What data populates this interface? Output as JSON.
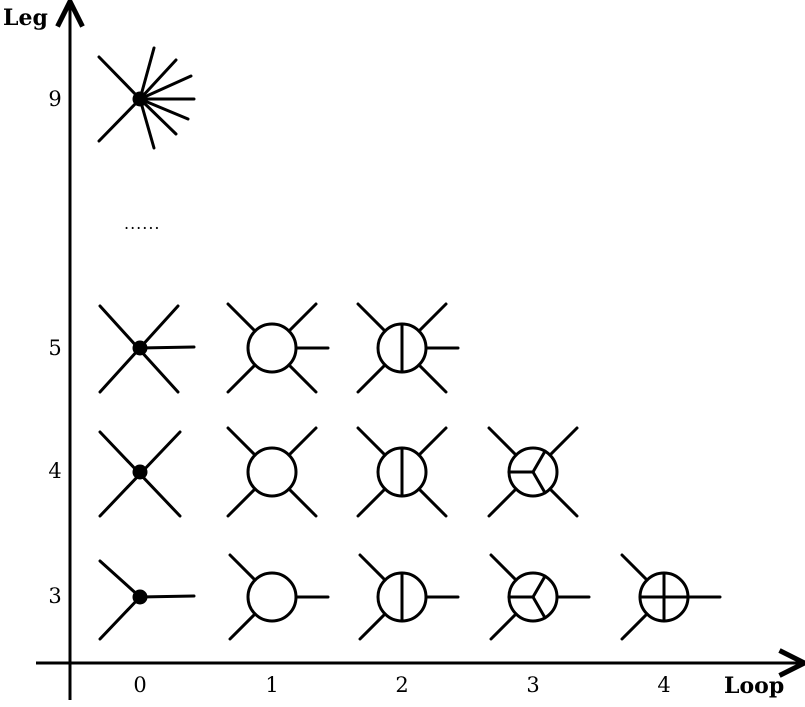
{
  "axes": {
    "x_label": "Loop",
    "y_label": "Leg"
  },
  "x_ticks": [
    "0",
    "1",
    "2",
    "3",
    "4"
  ],
  "y_ticks": [
    "3",
    "4",
    "5",
    "9"
  ],
  "ellipsis": "......",
  "diagrams": [
    {
      "loop": 0,
      "leg": 3,
      "kind": "vertex"
    },
    {
      "loop": 0,
      "leg": 4,
      "kind": "vertex"
    },
    {
      "loop": 0,
      "leg": 5,
      "kind": "vertex"
    },
    {
      "loop": 0,
      "leg": 9,
      "kind": "vertex"
    },
    {
      "loop": 1,
      "leg": 3,
      "kind": "circle"
    },
    {
      "loop": 1,
      "leg": 4,
      "kind": "circle"
    },
    {
      "loop": 1,
      "leg": 5,
      "kind": "circle"
    },
    {
      "loop": 2,
      "leg": 3,
      "kind": "circle-vertical-bar"
    },
    {
      "loop": 2,
      "leg": 4,
      "kind": "circle-vertical-bar"
    },
    {
      "loop": 2,
      "leg": 5,
      "kind": "circle-vertical-bar"
    },
    {
      "loop": 3,
      "leg": 3,
      "kind": "circle-three-spoke"
    },
    {
      "loop": 3,
      "leg": 4,
      "kind": "circle-three-spoke"
    },
    {
      "loop": 4,
      "leg": 3,
      "kind": "circle-cross"
    }
  ]
}
